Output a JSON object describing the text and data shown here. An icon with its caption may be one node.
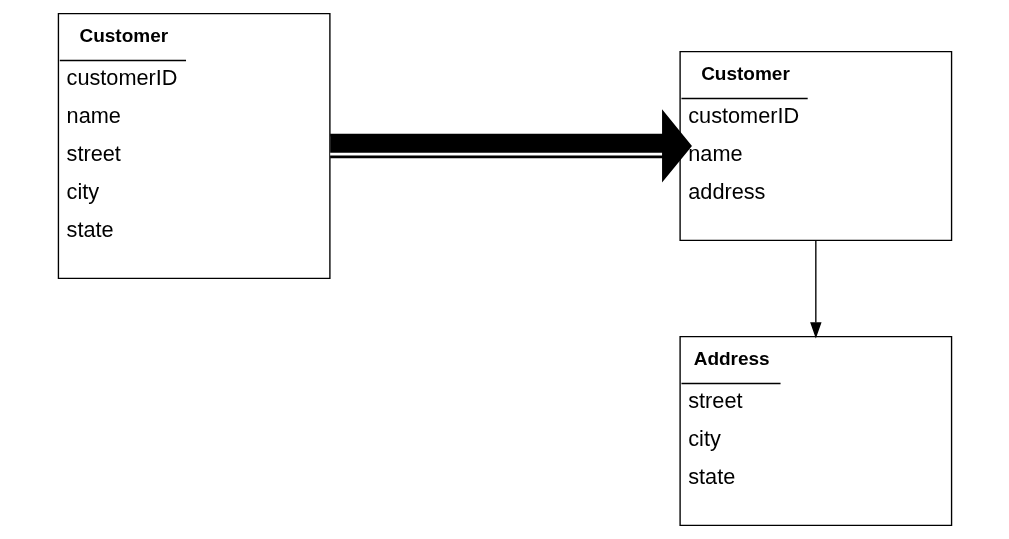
{
  "diagram": {
    "nodes": [
      {
        "text": [
          "Customer",
          "customerID",
          "name",
          "street",
          "city",
          "state"
        ]
      },
      {
        "text": [
          "Customer",
          "customerID",
          "name",
          "address"
        ]
      },
      {
        "text": [
          "Address",
          "street",
          "city",
          "state"
        ]
      }
    ],
    "edges": [
      {
        "from": 0,
        "to": 1,
        "arrow": "to",
        "style": "thick"
      },
      {
        "from": 1,
        "to": 2,
        "arrow": "to"
      }
    ]
  }
}
